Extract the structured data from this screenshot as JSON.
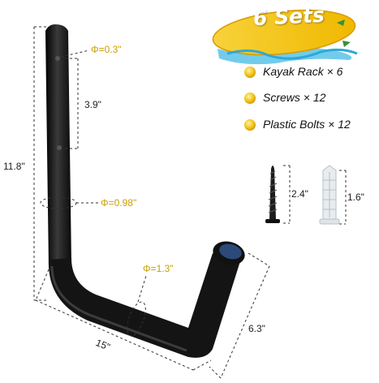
{
  "badge": {
    "text": "6 Sets"
  },
  "features": [
    {
      "label": "Kayak Rack × 6"
    },
    {
      "label": "Screws × 12"
    },
    {
      "label": "Plastic Bolts × 12"
    }
  ],
  "dimensions": {
    "hole_diameter": "Φ=0.3\"",
    "hole_spacing": "3.9\"",
    "total_height": "11.8\"",
    "shaft_diameter": "Φ=0.98\"",
    "arm_diameter": "Φ=1.3\"",
    "arm_length": "15\"",
    "tip_length": "6.3\"",
    "screw_length": "2.4\"",
    "bolt_length": "1.6\""
  },
  "colors": {
    "hook": "#1a1a1a",
    "end_cap": "#2b4a7a",
    "bullet": "#f2c21b",
    "gold_text": "#c9a000",
    "board": "#f3c51a"
  }
}
